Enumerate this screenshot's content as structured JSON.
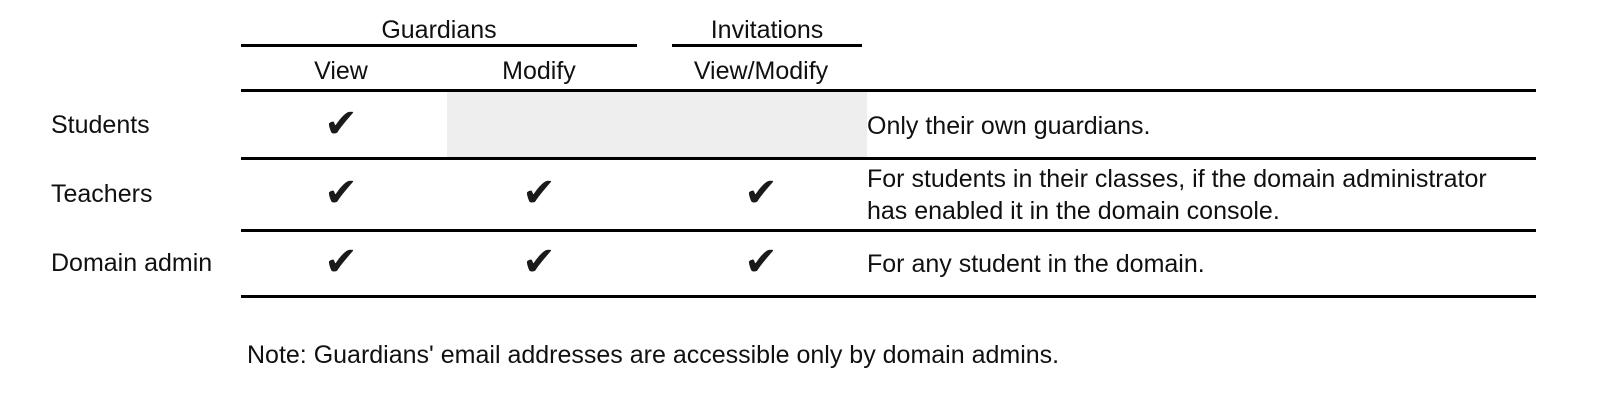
{
  "figure": {
    "type": "permissions-matrix-table",
    "background_color": "#ffffff",
    "rule_color": "#000000",
    "shade_color": "#eeeeee",
    "check_glyph": "✔"
  },
  "table": {
    "group_headers": [
      {
        "label": "Guardians",
        "spans": [
          "View",
          "Modify"
        ]
      },
      {
        "label": "Invitations",
        "spans": [
          "View/Modify"
        ]
      }
    ],
    "column_headers": [
      "View",
      "Modify",
      "View/Modify"
    ],
    "row_header_label": "",
    "rows": [
      {
        "label": "Students",
        "cells": [
          {
            "column": "View",
            "value": "✔",
            "checked": true,
            "shaded": false
          },
          {
            "column": "Modify",
            "value": "",
            "checked": false,
            "shaded": true
          },
          {
            "column": "View/Modify",
            "value": "",
            "checked": false,
            "shaded": true
          }
        ],
        "description": "Only their own guardians.",
        "description_lines": [
          "Only their own guardians."
        ]
      },
      {
        "label": "Teachers",
        "cells": [
          {
            "column": "View",
            "value": "✔",
            "checked": true,
            "shaded": false
          },
          {
            "column": "Modify",
            "value": "✔",
            "checked": true,
            "shaded": false
          },
          {
            "column": "View/Modify",
            "value": "✔",
            "checked": true,
            "shaded": false
          }
        ],
        "description": "For students in their classes, if the domain administrator has enabled it in the domain console.",
        "description_lines": [
          "For students in their classes, if the domain administrator",
          "has enabled it in the domain console."
        ]
      },
      {
        "label": "Domain admin",
        "cells": [
          {
            "column": "View",
            "value": "✔",
            "checked": true,
            "shaded": false
          },
          {
            "column": "Modify",
            "value": "✔",
            "checked": true,
            "shaded": false
          },
          {
            "column": "View/Modify",
            "value": "✔",
            "checked": true,
            "shaded": false
          }
        ],
        "description": "For any student in the domain.",
        "description_lines": [
          "For any student in the domain."
        ]
      }
    ]
  },
  "footnote": {
    "text": "Note: Guardians' email addresses are accessible only by domain admins."
  }
}
